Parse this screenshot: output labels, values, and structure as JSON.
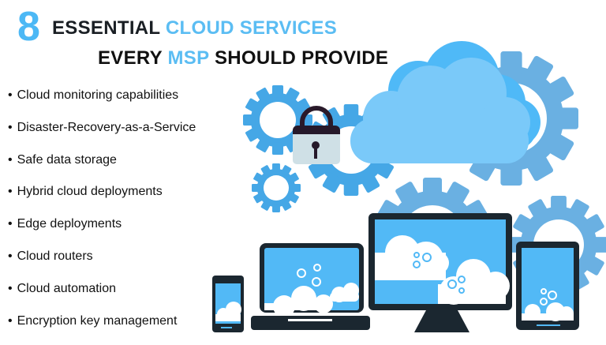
{
  "header": {
    "number": "8",
    "line1_dark": "ESSENTIAL",
    "line1_accent": "CLOUD SERVICES",
    "line2_dark_a": "EVERY",
    "line2_accent": "MSP",
    "line2_dark_b": "SHOULD PROVIDE"
  },
  "services": [
    "Cloud monitoring capabilities",
    "Disaster-Recovery-as-a-Service",
    "Safe data storage",
    "Hybrid cloud deployments",
    "Edge deployments",
    "Cloud routers",
    "Cloud automation",
    "Encryption key management"
  ],
  "colors": {
    "accent": "#4cb8f5",
    "gear": "#6ab0e2",
    "gear_bright": "#45a7e6",
    "cloud": "#78c8f8",
    "device_frame": "#1b2730",
    "screen": "#52b9f6"
  },
  "illustration": {
    "icons": [
      "gear-icon",
      "lock-icon",
      "cloud-icon",
      "smartphone-icon",
      "laptop-icon",
      "monitor-icon",
      "tablet-icon"
    ]
  }
}
